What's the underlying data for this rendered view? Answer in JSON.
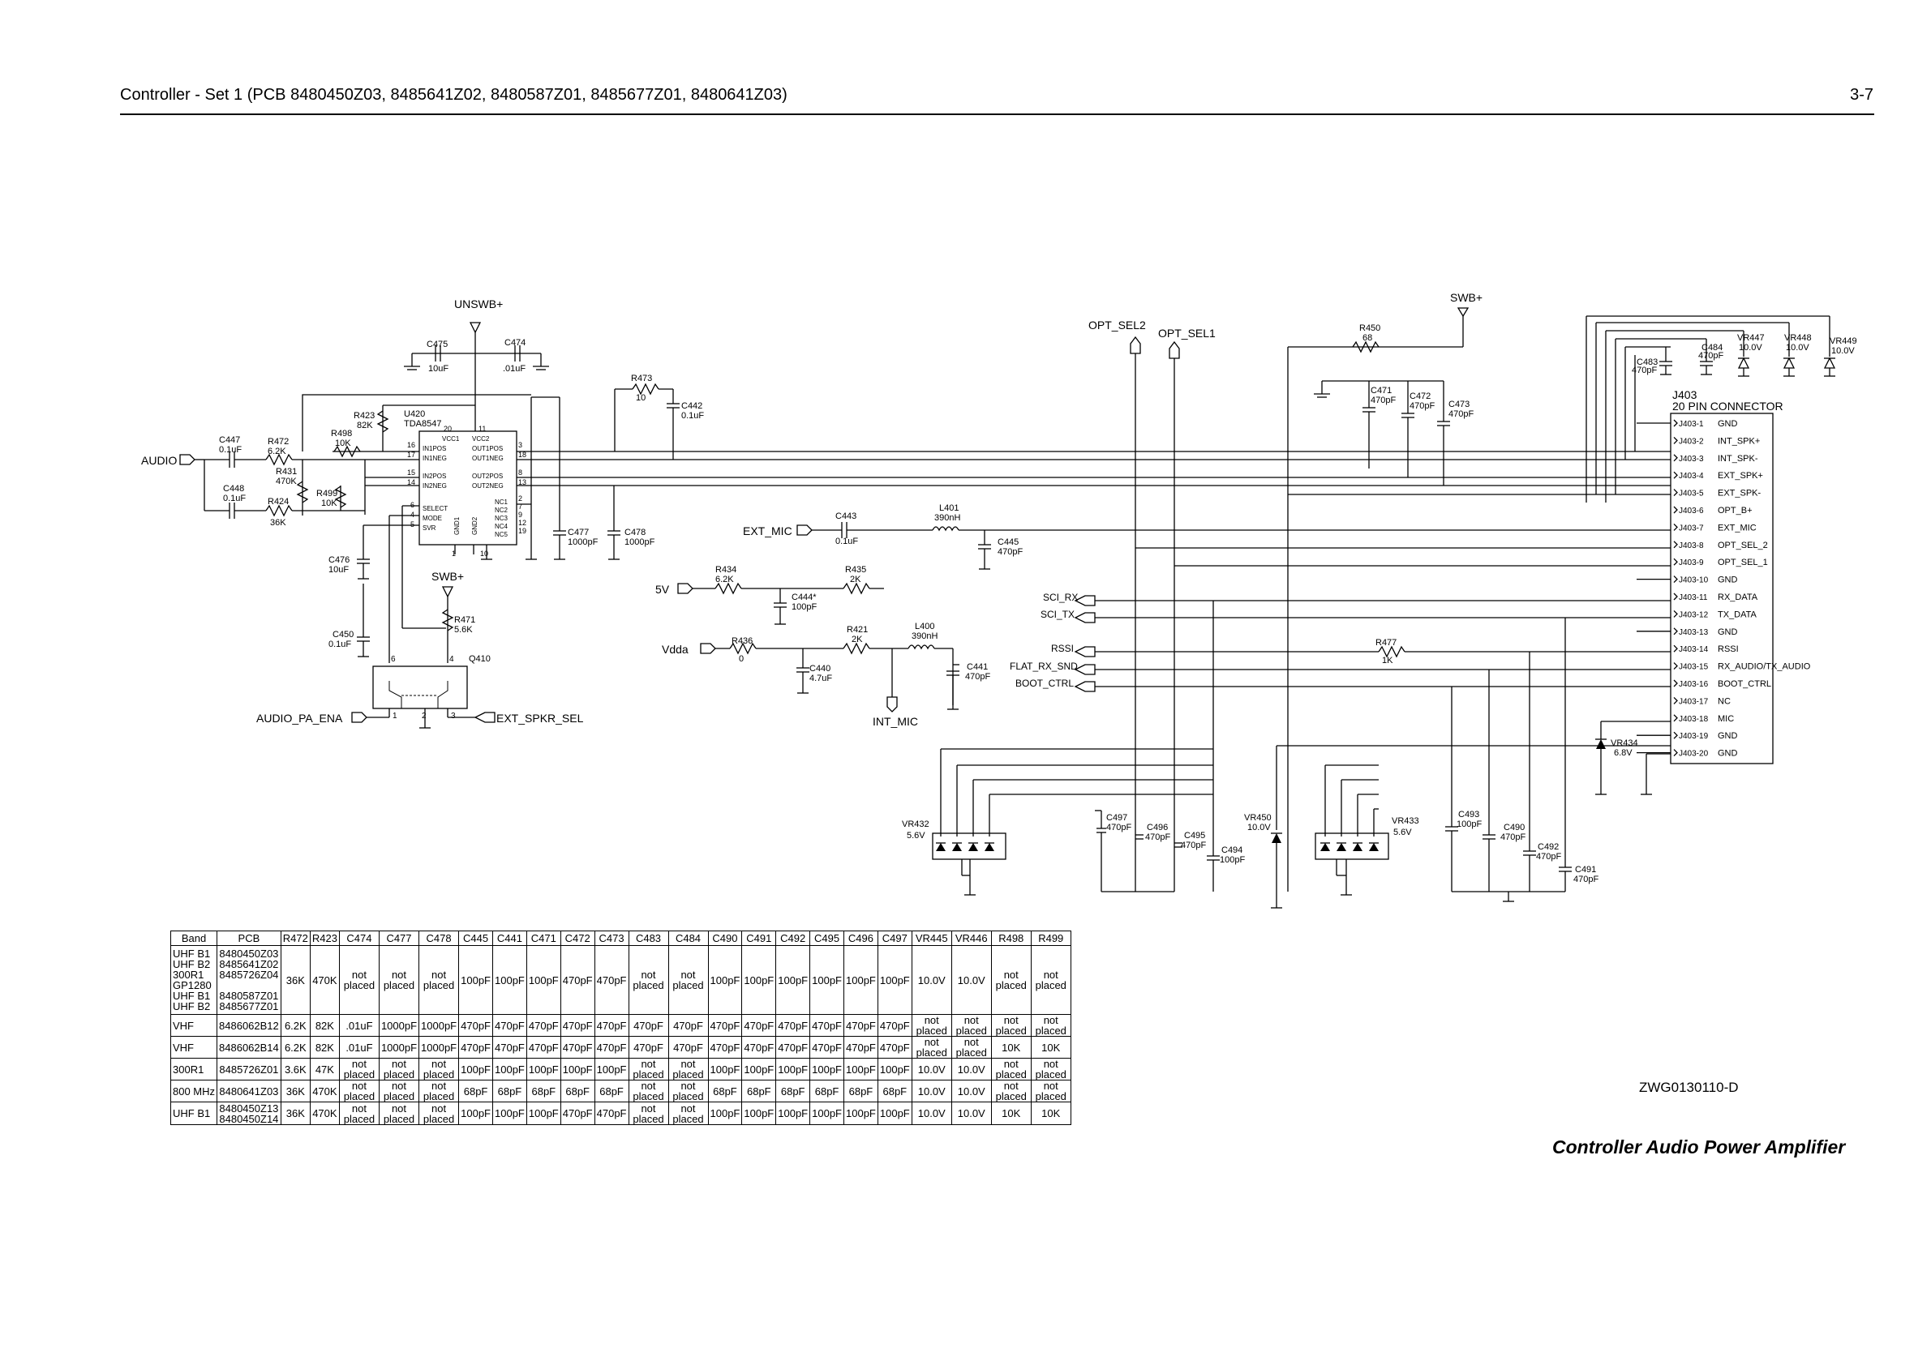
{
  "header": {
    "title": "Controller - Set 1 (PCB 8480450Z03, 8485641Z02, 8480587Z01, 8485677Z01, 8480641Z03)",
    "page": "3-7"
  },
  "figure_id": "ZWG0130110-D",
  "caption": "Controller Audio Power Amplifier",
  "schematic": {
    "nets": {
      "unswb": "UNSWB+",
      "swb_top": "SWB+",
      "swb_mid": "SWB+",
      "opt_sel2": "OPT_SEL2",
      "opt_sel1": "OPT_SEL1",
      "audio": "AUDIO",
      "ext_mic": "EXT_MIC",
      "v5": "5V",
      "vdda": "Vdda",
      "int_mic": "INT_MIC",
      "audio_pa_ena": "AUDIO_PA_ENA",
      "ext_spkr_sel": "EXT_SPKR_SEL",
      "sci_rx": "SCI_RX",
      "sci_tx": "SCI_TX",
      "rssi": "RSSI",
      "flat_rx_snd": "FLAT_RX_SND",
      "boot_ctrl": "BOOT_CTRL"
    },
    "u420": {
      "ref": "U420",
      "part": "TDA8547",
      "pins_left": [
        {
          "num": "16",
          "name": "IN1POS"
        },
        {
          "num": "17",
          "name": "IN1NEG"
        },
        {
          "num": "15",
          "name": "IN2POS"
        },
        {
          "num": "14",
          "name": "IN2NEG"
        },
        {
          "num": "6",
          "name": "SELECT"
        },
        {
          "num": "4",
          "name": "MODE"
        },
        {
          "num": "5",
          "name": "SVR"
        }
      ],
      "pins_right": [
        {
          "num": "3",
          "name": "OUT1POS"
        },
        {
          "num": "18",
          "name": "OUT1NEG"
        },
        {
          "num": "8",
          "name": "OUT2POS"
        },
        {
          "num": "13",
          "name": "OUT2NEG"
        },
        {
          "num": "2",
          "name": "NC1"
        },
        {
          "num": "7",
          "name": "NC2"
        },
        {
          "num": "9",
          "name": "NC3"
        },
        {
          "num": "12",
          "name": "NC4"
        },
        {
          "num": "19",
          "name": "NC5"
        }
      ],
      "vcc1": "VCC1",
      "vcc2": "VCC2",
      "gnd1": "GND1",
      "gnd2": "GND2",
      "pin20": "20",
      "pin11": "11",
      "pin1": "1",
      "pin10": "10"
    },
    "q410": {
      "ref": "Q410",
      "p6": "6",
      "p4": "4",
      "p1": "1",
      "p2": "2",
      "p3": "3"
    },
    "j403": {
      "ref": "J403",
      "desc": "20 PIN CONNECTOR",
      "pins": [
        {
          "pin": "J403-1",
          "name": "GND"
        },
        {
          "pin": "J403-2",
          "name": "INT_SPK+"
        },
        {
          "pin": "J403-3",
          "name": "INT_SPK-"
        },
        {
          "pin": "J403-4",
          "name": "EXT_SPK+"
        },
        {
          "pin": "J403-5",
          "name": "EXT_SPK-"
        },
        {
          "pin": "J403-6",
          "name": "OPT_B+"
        },
        {
          "pin": "J403-7",
          "name": "EXT_MIC"
        },
        {
          "pin": "J403-8",
          "name": "OPT_SEL_2"
        },
        {
          "pin": "J403-9",
          "name": "OPT_SEL_1"
        },
        {
          "pin": "J403-10",
          "name": "GND"
        },
        {
          "pin": "J403-11",
          "name": "RX_DATA"
        },
        {
          "pin": "J403-12",
          "name": "TX_DATA"
        },
        {
          "pin": "J403-13",
          "name": "GND"
        },
        {
          "pin": "J403-14",
          "name": "RSSI"
        },
        {
          "pin": "J403-15",
          "name": "RX_AUDIO/TX_AUDIO"
        },
        {
          "pin": "J403-16",
          "name": "BOOT_CTRL"
        },
        {
          "pin": "J403-17",
          "name": "NC"
        },
        {
          "pin": "J403-18",
          "name": "MIC"
        },
        {
          "pin": "J403-19",
          "name": "GND"
        },
        {
          "pin": "J403-20",
          "name": "GND"
        }
      ]
    },
    "components": {
      "c475": {
        "ref": "C475",
        "val": "10uF"
      },
      "c474": {
        "ref": "C474",
        "val": ".01uF"
      },
      "r423": {
        "ref": "R423",
        "val": "82K"
      },
      "r498": {
        "ref": "R498",
        "val": "10K"
      },
      "c447": {
        "ref": "C447",
        "val": "0.1uF"
      },
      "r472": {
        "ref": "R472",
        "val": "6.2K"
      },
      "r431": {
        "ref": "R431",
        "val": "470K"
      },
      "c448": {
        "ref": "C448",
        "val": "0.1uF"
      },
      "r499": {
        "ref": "R499",
        "val": "10K"
      },
      "r424": {
        "ref": "R424",
        "val": "36K"
      },
      "c476": {
        "ref": "C476",
        "val": "10uF"
      },
      "c450": {
        "ref": "C450",
        "val": "0.1uF"
      },
      "r471": {
        "ref": "R471",
        "val": "5.6K"
      },
      "c477": {
        "ref": "C477",
        "val": "1000pF"
      },
      "c478": {
        "ref": "C478",
        "val": "1000pF"
      },
      "r473": {
        "ref": "R473",
        "val": "10"
      },
      "c442": {
        "ref": "C442",
        "val": "0.1uF"
      },
      "c443": {
        "ref": "C443",
        "val": "0.1uF"
      },
      "l401": {
        "ref": "L401",
        "val": "390nH"
      },
      "c445": {
        "ref": "C445",
        "val": "470pF"
      },
      "r434": {
        "ref": "R434",
        "val": "6.2K"
      },
      "r435": {
        "ref": "R435",
        "val": "2K"
      },
      "c444": {
        "ref": "C444*",
        "val": "100pF"
      },
      "r436": {
        "ref": "R436",
        "val": "0"
      },
      "r421": {
        "ref": "R421",
        "val": "2K"
      },
      "l400": {
        "ref": "L400",
        "val": "390nH"
      },
      "c440": {
        "ref": "C440",
        "val": "4.7uF"
      },
      "c441": {
        "ref": "C441",
        "val": "470pF"
      },
      "r450": {
        "ref": "R450",
        "val": "68"
      },
      "c471": {
        "ref": "C471",
        "val": "470pF"
      },
      "c472": {
        "ref": "C472",
        "val": "470pF"
      },
      "c473": {
        "ref": "C473",
        "val": "470pF"
      },
      "c483": {
        "ref": "C483",
        "val": "470pF"
      },
      "c484": {
        "ref": "C484",
        "val": "470pF"
      },
      "vr447": {
        "ref": "VR447",
        "val": "10.0V"
      },
      "vr448": {
        "ref": "VR448",
        "val": "10.0V"
      },
      "vr449": {
        "ref": "VR449",
        "val": "10.0V"
      },
      "r477": {
        "ref": "R477",
        "val": "1K"
      },
      "vr434": {
        "ref": "VR434",
        "val": "6.8V"
      },
      "vr432": {
        "ref": "VR432",
        "val": "5.6V"
      },
      "c497": {
        "ref": "C497",
        "val": "470pF"
      },
      "c496": {
        "ref": "C496",
        "val": "470pF"
      },
      "c495": {
        "ref": "C495",
        "val": "470pF"
      },
      "c494": {
        "ref": "C494",
        "val": "100pF"
      },
      "vr450": {
        "ref": "VR450",
        "val": "10.0V"
      },
      "vr433": {
        "ref": "VR433",
        "val": "5.6V"
      },
      "c493": {
        "ref": "C493",
        "val": "100pF"
      },
      "c490": {
        "ref": "C490",
        "val": "470pF"
      },
      "c492": {
        "ref": "C492",
        "val": "470pF"
      },
      "c491": {
        "ref": "C491",
        "val": "470pF"
      }
    }
  },
  "bom_table": {
    "headers": [
      "Band",
      "PCB",
      "R472",
      "R423",
      "C474",
      "C477",
      "C478",
      "C445",
      "C441",
      "C471",
      "C472",
      "C473",
      "C483",
      "C484",
      "C490",
      "C491",
      "C492",
      "C495",
      "C496",
      "C497",
      "VR445",
      "VR446",
      "R498",
      "R499"
    ],
    "rows": [
      {
        "band": "UHF B1\nUHF B2\n300R1\nGP1280\nUHF B1\nUHF B2",
        "pcb": "8480450Z03\n8485641Z02\n8485726Z04\n\n8480587Z01\n8485677Z01",
        "cells": [
          "36K",
          "470K",
          "not placed",
          "not placed",
          "not placed",
          "100pF",
          "100pF",
          "100pF",
          "470pF",
          "470pF",
          "not placed",
          "not placed",
          "100pF",
          "100pF",
          "100pF",
          "100pF",
          "100pF",
          "100pF",
          "10.0V",
          "10.0V",
          "not placed",
          "not placed"
        ]
      },
      {
        "band": "VHF",
        "pcb": "8486062B12",
        "cells": [
          "6.2K",
          "82K",
          ".01uF",
          "1000pF",
          "1000pF",
          "470pF",
          "470pF",
          "470pF",
          "470pF",
          "470pF",
          "470pF",
          "470pF",
          "470pF",
          "470pF",
          "470pF",
          "470pF",
          "470pF",
          "470pF",
          "not placed",
          "not placed",
          "not placed",
          "not placed"
        ]
      },
      {
        "band": "VHF",
        "pcb": "8486062B14",
        "cells": [
          "6.2K",
          "82K",
          ".01uF",
          "1000pF",
          "1000pF",
          "470pF",
          "470pF",
          "470pF",
          "470pF",
          "470pF",
          "470pF",
          "470pF",
          "470pF",
          "470pF",
          "470pF",
          "470pF",
          "470pF",
          "470pF",
          "not placed",
          "not placed",
          "10K",
          "10K"
        ]
      },
      {
        "band": "300R1",
        "pcb": "8485726Z01",
        "cells": [
          "3.6K",
          "47K",
          "not placed",
          "not placed",
          "not placed",
          "100pF",
          "100pF",
          "100pF",
          "100pF",
          "100pF",
          "not placed",
          "not placed",
          "100pF",
          "100pF",
          "100pF",
          "100pF",
          "100pF",
          "100pF",
          "10.0V",
          "10.0V",
          "not placed",
          "not placed"
        ]
      },
      {
        "band": "800 MHz",
        "pcb": "8480641Z03",
        "cells": [
          "36K",
          "470K",
          "not placed",
          "not placed",
          "not placed",
          "68pF",
          "68pF",
          "68pF",
          "68pF",
          "68pF",
          "not placed",
          "not placed",
          "68pF",
          "68pF",
          "68pF",
          "68pF",
          "68pF",
          "68pF",
          "10.0V",
          "10.0V",
          "not placed",
          "not placed"
        ]
      },
      {
        "band": "UHF B1",
        "pcb": "8480450Z13\n8480450Z14",
        "cells": [
          "36K",
          "470K",
          "not placed",
          "not placed",
          "not placed",
          "100pF",
          "100pF",
          "100pF",
          "470pF",
          "470pF",
          "not placed",
          "not placed",
          "100pF",
          "100pF",
          "100pF",
          "100pF",
          "100pF",
          "100pF",
          "10.0V",
          "10.0V",
          "10K",
          "10K"
        ]
      }
    ]
  }
}
